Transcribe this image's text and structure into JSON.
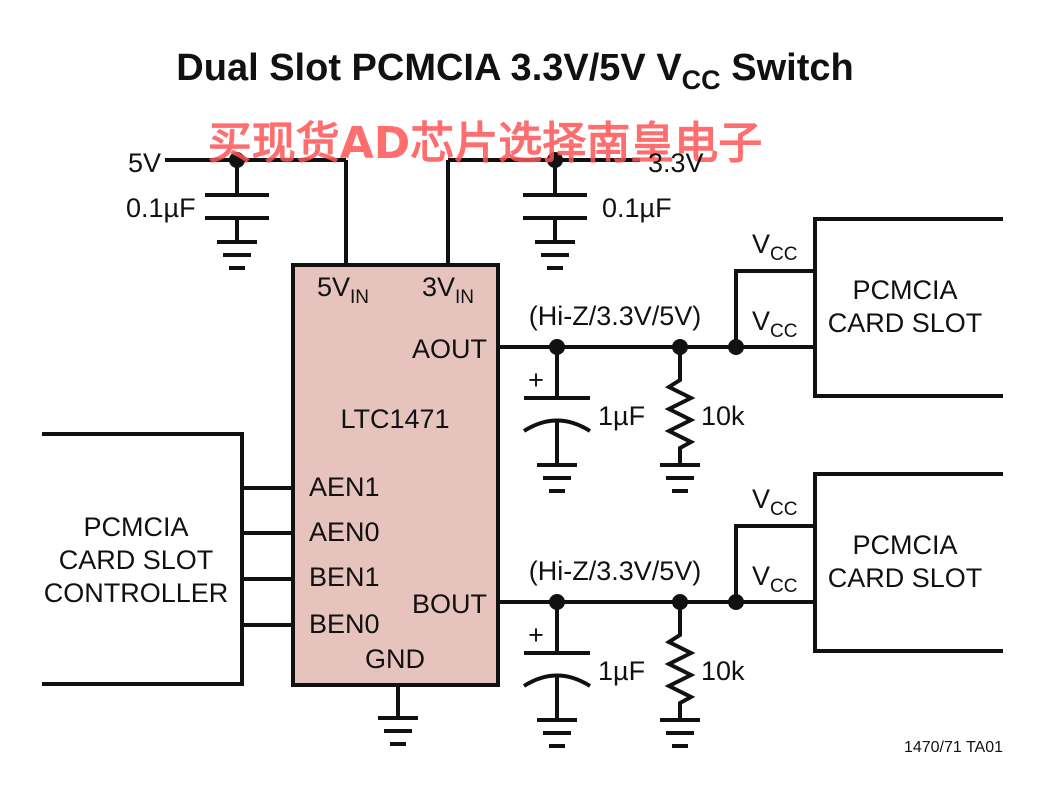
{
  "title": {
    "main": "Dual Slot PCMCIA 3.3V/5V V",
    "sub": "CC",
    "tail": " Switch"
  },
  "watermark": "买现货AD芯片选择南皇电子",
  "supply": {
    "v5": "5V",
    "v33": "3.3V",
    "cap_left": "0.1µF",
    "cap_right": "0.1µF"
  },
  "ic": {
    "name": "LTC1471",
    "pin_5vin": "5V",
    "pin_3vin": "3V",
    "pin_in_sub": "IN",
    "aout": "AOUT",
    "bout": "BOUT",
    "aen1": "AEN1",
    "aen0": "AEN0",
    "ben1": "BEN1",
    "ben0": "BEN0",
    "gnd": "GND",
    "fill": "#e6c3bd"
  },
  "controller": {
    "line1": "PCMCIA",
    "line2": "CARD SLOT",
    "line3": "CONTROLLER"
  },
  "channel_a": {
    "state": "(Hi-Z/3.3V/5V)",
    "plus": "+",
    "cap": "1µF",
    "res": "10k",
    "vcc1": "V",
    "vcc2": "V",
    "vcc_sub": "CC",
    "slot_line1": "PCMCIA",
    "slot_line2": "CARD SLOT"
  },
  "channel_b": {
    "state": "(Hi-Z/3.3V/5V)",
    "plus": "+",
    "cap": "1µF",
    "res": "10k",
    "vcc1": "V",
    "vcc2": "V",
    "vcc_sub": "CC",
    "slot_line1": "PCMCIA",
    "slot_line2": "CARD SLOT"
  },
  "figure_id": "1470/71 TA01"
}
